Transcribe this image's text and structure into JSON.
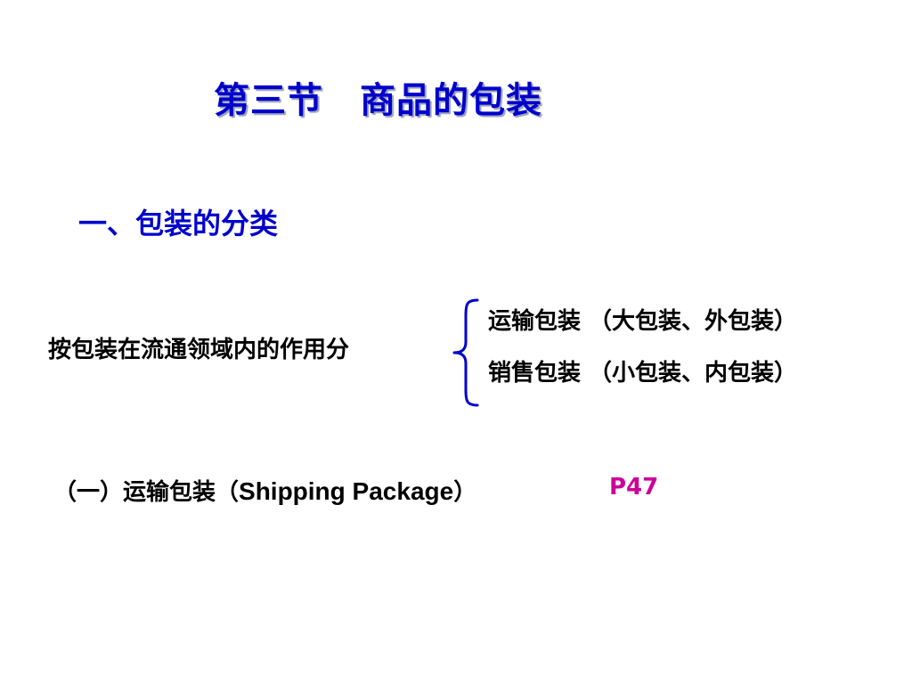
{
  "slide": {
    "title": "第三节　商品的包装",
    "heading": "一、包装的分类",
    "classification": {
      "label": "按包装在流通领域内的作用分",
      "branches": [
        "运输包装 （大包装、外包装）",
        "销售包装 （小包装、内包装）"
      ],
      "brace_color": "#0000cc"
    },
    "subsection": {
      "prefix": "（一）运输包装（",
      "english": "Shipping  Package",
      "suffix": "）",
      "page_ref": "P47"
    },
    "colors": {
      "title": "#0000cc",
      "heading": "#0000cc",
      "body": "#000000",
      "page_ref": "#cc0099"
    }
  }
}
